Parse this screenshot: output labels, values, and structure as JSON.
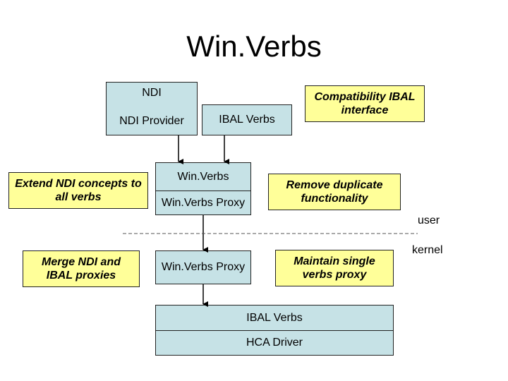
{
  "title": "Win.Verbs",
  "boxes": {
    "ndi": "NDI",
    "ndi_provider": "NDI Provider",
    "ibal_verbs_top": "IBAL Verbs",
    "compat_ibal": "Compatibility IBAL interface",
    "winverbs": "Win.Verbs",
    "winverbs_proxy_top": "Win.Verbs Proxy",
    "extend_ndi": "Extend NDI concepts to all verbs",
    "remove_dup": "Remove duplicate functionality",
    "merge_proxies": "Merge NDI and IBAL proxies",
    "winverbs_proxy_kernel": "Win.Verbs Proxy",
    "maintain_proxy": "Maintain single verbs proxy",
    "ibal_verbs_bottom": "IBAL Verbs",
    "hca_driver": "HCA Driver"
  },
  "labels": {
    "user": "user",
    "kernel": "kernel"
  },
  "colors": {
    "box_blue": "#c6e2e6",
    "box_yellow": "#ffff99"
  }
}
